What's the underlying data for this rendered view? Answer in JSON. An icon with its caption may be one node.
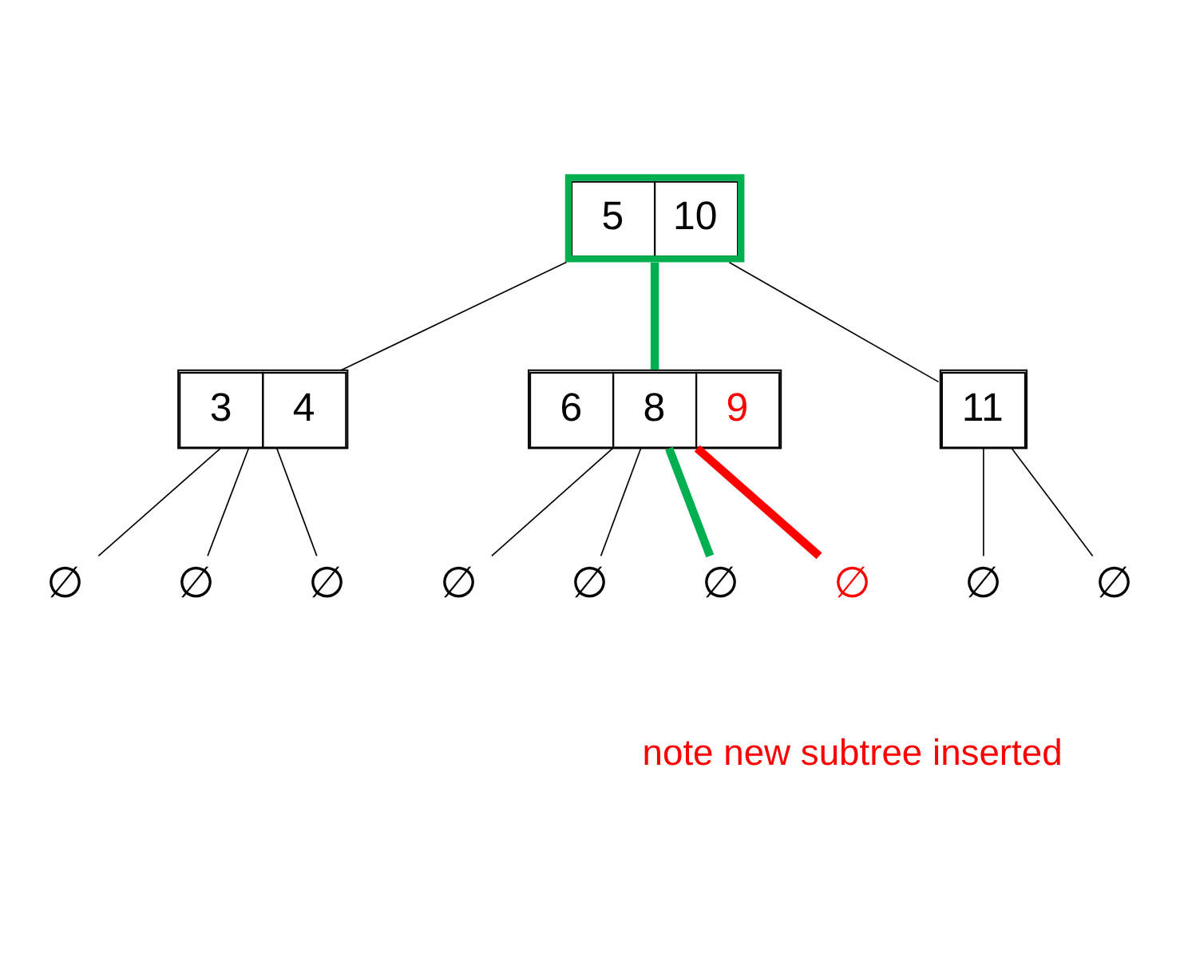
{
  "diagram": {
    "nodes": [
      {
        "text": [
          "5",
          "10"
        ]
      },
      {
        "text": [
          "3",
          "4"
        ]
      },
      {
        "text": [
          "6",
          "8",
          "9"
        ]
      },
      {
        "text": [
          "11"
        ]
      },
      {
        "text": [
          "∅"
        ]
      },
      {
        "text": [
          "∅"
        ]
      },
      {
        "text": [
          "∅"
        ]
      },
      {
        "text": [
          "∅"
        ]
      },
      {
        "text": [
          "∅"
        ]
      },
      {
        "text": [
          "∅"
        ]
      },
      {
        "text": [
          "∅"
        ]
      },
      {
        "text": [
          "∅"
        ]
      },
      {
        "text": [
          "∅"
        ]
      }
    ],
    "edges": [
      {
        "from": 0,
        "to": 1,
        "arrow": "none"
      },
      {
        "from": 0,
        "to": 2,
        "arrow": "none",
        "style": "thick",
        "color": "#00b050"
      },
      {
        "from": 0,
        "to": 3,
        "arrow": "none"
      },
      {
        "from": 1,
        "to": 4,
        "arrow": "none"
      },
      {
        "from": 1,
        "to": 5,
        "arrow": "none"
      },
      {
        "from": 1,
        "to": 6,
        "arrow": "none"
      },
      {
        "from": 2,
        "to": 7,
        "arrow": "none"
      },
      {
        "from": 2,
        "to": 8,
        "arrow": "none"
      },
      {
        "from": 2,
        "to": 9,
        "arrow": "none",
        "style": "thick",
        "color": "#00b050"
      },
      {
        "from": 2,
        "to": 10,
        "arrow": "none",
        "style": "thick",
        "color": "#ff0000"
      },
      {
        "from": 3,
        "to": 11,
        "arrow": "none"
      },
      {
        "from": 3,
        "to": 12,
        "arrow": "none"
      }
    ],
    "labels": [
      "note new subtree inserted"
    ]
  }
}
